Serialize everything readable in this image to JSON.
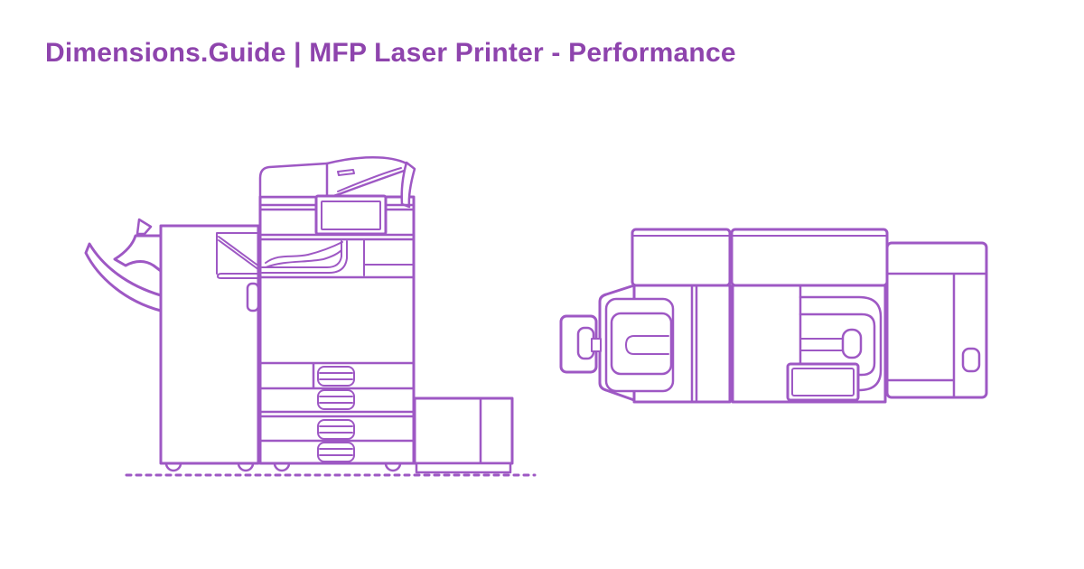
{
  "header": {
    "title": "Dimensions.Guide | MFP Laser Printer - Performance",
    "title_color": "#8e44ad"
  },
  "canvas": {
    "background_color": "#ffffff",
    "line_color": "#9e58c4",
    "ground_line": "dotted"
  },
  "figures": {
    "front_elevation": {
      "label": "mfp-laser-printer-front-elevation-drawing",
      "components": [
        "finisher-output-trays",
        "finisher-cabinet",
        "bridge-chute",
        "document-feeder",
        "touchscreen-control-panel",
        "inner-output-tray",
        "paper-drawers",
        "large-capacity-tray",
        "casters",
        "ground-line"
      ]
    },
    "top_plan": {
      "label": "mfp-laser-printer-top-plan-drawing",
      "components": [
        "finisher-output-tray",
        "finisher-cabinet",
        "main-unit",
        "scanner-platen",
        "touchscreen-control-panel",
        "large-capacity-tray"
      ]
    }
  }
}
